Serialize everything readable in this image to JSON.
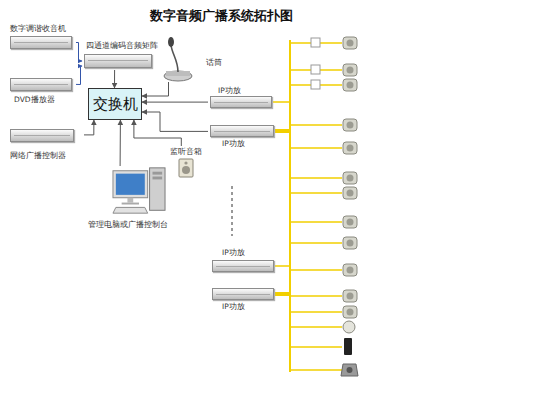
{
  "diagram": {
    "title": "数字音频广播系统拓扑图",
    "nodes": [
      {
        "text": [
          "数字调谐收音机"
        ]
      },
      {
        "text": [
          "四通道编码音频矩阵"
        ]
      },
      {
        "text": [
          "话筒"
        ]
      },
      {
        "text": [
          "DVD播放器"
        ]
      },
      {
        "text": [
          "交换机"
        ]
      },
      {
        "text": [
          "网络广播控制器"
        ]
      },
      {
        "text": [
          "监听音箱"
        ]
      },
      {
        "text": [
          "管理电脑或广播控制台"
        ]
      },
      {
        "text": [
          "IP功放"
        ]
      },
      {
        "text": [
          "IP功放"
        ]
      },
      {
        "text": [
          "IP功放"
        ]
      },
      {
        "text": [
          "IP功放"
        ]
      }
    ],
    "edges": [
      {
        "from": 0,
        "to": 1,
        "arrow": "to"
      },
      {
        "from": 3,
        "to": 1,
        "arrow": "to"
      },
      {
        "from": 1,
        "to": 4,
        "arrow": "to"
      },
      {
        "from": 2,
        "to": 4,
        "arrow": "to"
      },
      {
        "from": 8,
        "to": 4,
        "arrow": "to"
      },
      {
        "from": 9,
        "to": 4,
        "arrow": "to"
      },
      {
        "from": 5,
        "to": 4,
        "arrow": "to"
      },
      {
        "from": 7,
        "to": 4,
        "arrow": "to"
      },
      {
        "from": 6,
        "to": 4,
        "arrow": "to"
      }
    ]
  }
}
